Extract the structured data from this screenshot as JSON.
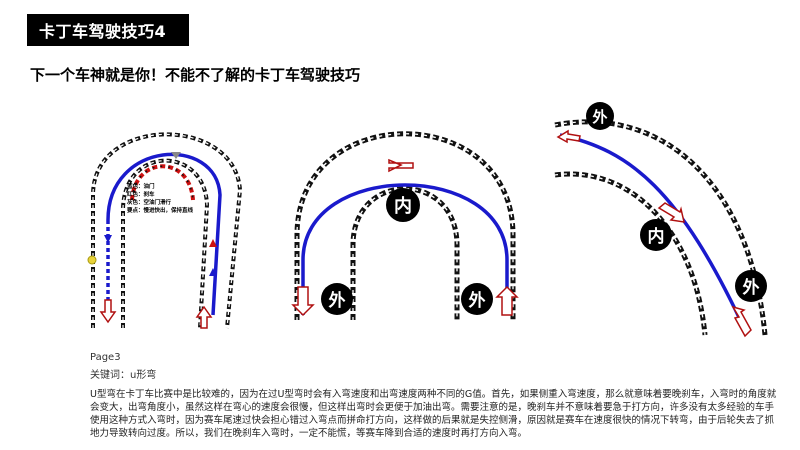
{
  "header": {
    "title": "卡丁车驾驶技巧4",
    "headline": "下一个车神就是你！不能不了解的卡丁车驾驶技巧"
  },
  "figure1": {
    "legend": [
      "蓝色：油门",
      "红色：刹车",
      "灰色：空油门滑行",
      "要点：慢进快出，保持直线"
    ]
  },
  "figure2": {
    "inner_label": "内",
    "outer_left_label": "外",
    "outer_right_label": "外"
  },
  "figure3": {
    "outer_top_label": "外",
    "inner_label": "内",
    "outer_bottom_label": "外"
  },
  "footer": {
    "page": "Page3",
    "keywords": "关键词：u形弯",
    "paragraph": "U型弯在卡丁车比赛中是比较难的，因为在过U型弯时会有入弯速度和出弯速度两种不同的G值。首先，如果侧重入弯速度，那么就意味着要晚刹车，入弯时的角度就会变大，出弯角度小，虽然这样在弯心的速度会很慢，但这样出弯时会更便于加油出弯。需要注意的是，晚刹车并不意味着要急于打方向，许多没有太多经验的车手使用这种方式入弯时，因为赛车尾速过快会担心错过入弯点而拼命打方向，这样做的后果就是失控侧滑，原因就是赛车在速度很快的情况下转弯，由于后轮失去了抓地力导致转向过度。所以，我们在晚刹车入弯时，一定不能慌，等赛车降到合适的速度时再打方向入弯。"
  },
  "colors": {
    "throttle": "#1a1acc",
    "brake": "#cc1111",
    "arrow_red": "#b01010",
    "track": "#111111"
  }
}
